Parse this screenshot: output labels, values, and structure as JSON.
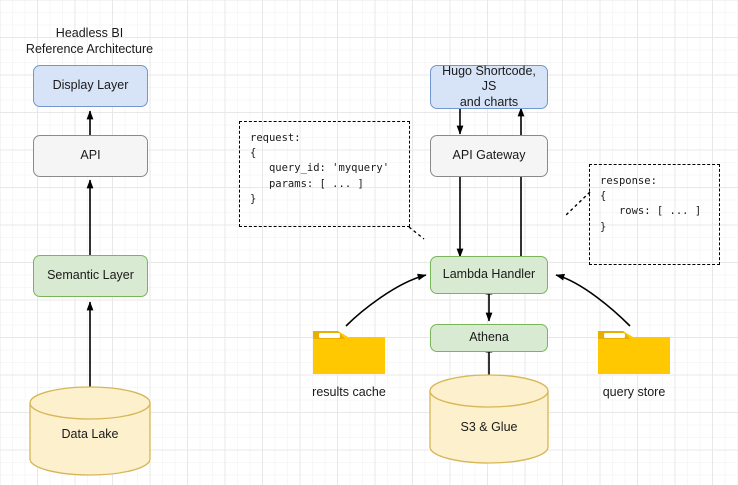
{
  "diagram": {
    "title_line1": "Headless BI",
    "title_line2": "Reference Architecture",
    "nodes": {
      "display_layer": "Display Layer",
      "api": "API",
      "semantic_layer": "Semantic Layer",
      "data_lake": "Data Lake",
      "hugo": "Hugo Shortcode, JS\nand charts",
      "hugo_line1": "Hugo Shortcode, JS",
      "hugo_line2": "and charts",
      "api_gateway": "API Gateway",
      "lambda_handler": "Lambda Handler",
      "athena": "Athena",
      "s3_glue": "S3 & Glue",
      "results_cache": "results cache",
      "query_store": "query store"
    },
    "code_blocks": {
      "request": "request:\n{\n   query_id: 'myquery'\n   params: [ ... ]\n}",
      "response": "response:\n{\n   rows: [ ... ]\n}"
    },
    "colors": {
      "blue_fill": "#d7e3f7",
      "blue_stroke": "#7396ce",
      "gray_fill": "#f5f5f5",
      "gray_stroke": "#8a8a8a",
      "green_fill": "#d9ead3",
      "green_stroke": "#7ab55c",
      "cylinder_fill": "#fdf0cd",
      "cylinder_stroke": "#d6b656",
      "folder_fill": "#ffc800",
      "folder_tab": "#e8ae00",
      "arrow": "#000000"
    }
  }
}
